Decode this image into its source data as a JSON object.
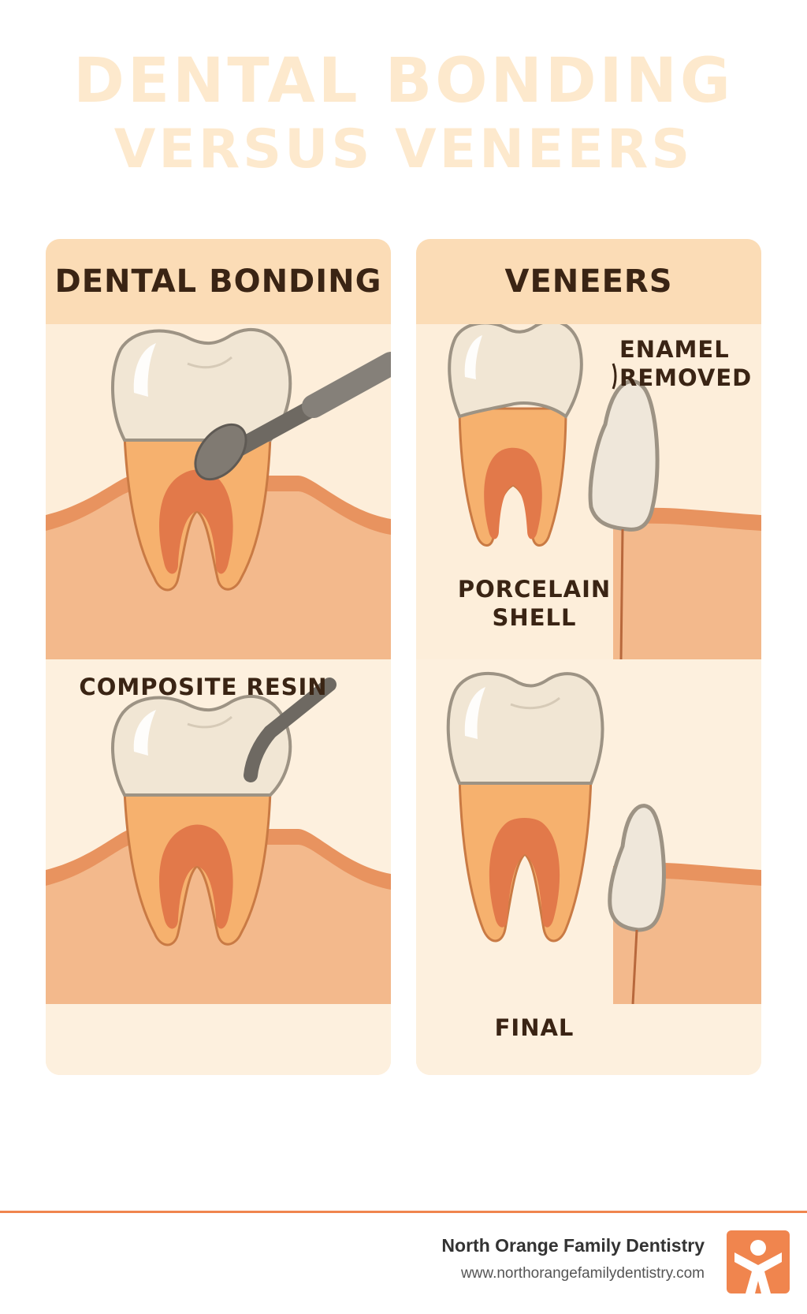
{
  "title": {
    "line1": "DENTAL BONDING",
    "line2": "VERSUS VENEERS"
  },
  "panels": {
    "bonding": {
      "heading": "DENTAL BONDING",
      "label_resin": "COMPOSITE RESIN"
    },
    "veneers": {
      "heading": "VENEERS",
      "label_enamel_line1": "ENAMEL",
      "label_enamel_line2": "REMOVED",
      "label_shell_line1": "PORCELAIN",
      "label_shell_line2": "SHELL",
      "label_final": "FINAL"
    }
  },
  "footer": {
    "name": "North Orange Family Dentistry",
    "url": "www.northorangefamilydentistry.com"
  },
  "colors": {
    "accent": "#f0854e",
    "title": "#fde9cd",
    "panel_bg": "#fdebd3",
    "panel_head": "#fbdcb6",
    "enamel": "#f1e6d4",
    "dentin": "#f6b16e",
    "pulp": "#e2794a",
    "gum": "#f3b98c",
    "tool": "#807a72"
  },
  "icons": {
    "logo": "person-icon",
    "tool": "dental-instrument-icon"
  }
}
